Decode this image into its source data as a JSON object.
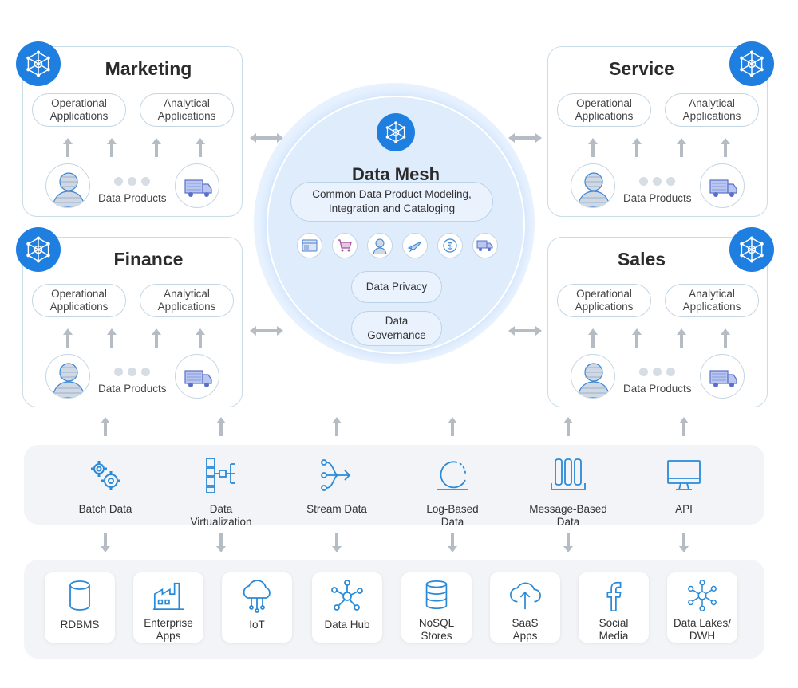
{
  "domains": [
    {
      "title": "Marketing",
      "operational": "Operational\nApplications",
      "analytical": "Analytical\nApplications",
      "products": "Data Products"
    },
    {
      "title": "Service",
      "operational": "Operational\nApplications",
      "analytical": "Analytical\nApplications",
      "products": "Data Products"
    },
    {
      "title": "Finance",
      "operational": "Operational\nApplications",
      "analytical": "Analytical\nApplications",
      "products": "Data Products"
    },
    {
      "title": "Sales",
      "operational": "Operational\nApplications",
      "analytical": "Analytical\nApplications",
      "products": "Data Products"
    }
  ],
  "mesh": {
    "title": "Data Mesh",
    "modeling": "Common Data Product Modeling,\nIntegration and Cataloging",
    "privacy": "Data Privacy",
    "governance": "Data\nGovernance",
    "icons": [
      "browser-icon",
      "cart-icon",
      "person-icon",
      "plane-icon",
      "dollar-icon",
      "truck-icon"
    ]
  },
  "ingestion": [
    {
      "label": "Batch Data",
      "icon": "gears-icon"
    },
    {
      "label": "Data\nVirtualization",
      "icon": "virtualization-icon"
    },
    {
      "label": "Stream Data",
      "icon": "stream-icon"
    },
    {
      "label": "Log-Based\nData",
      "icon": "log-icon"
    },
    {
      "label": "Message-Based\nData",
      "icon": "message-icon"
    },
    {
      "label": "API",
      "icon": "monitor-icon"
    }
  ],
  "sources": [
    {
      "label": "RDBMS",
      "icon": "database-icon"
    },
    {
      "label": "Enterprise\nApps",
      "icon": "factory-icon"
    },
    {
      "label": "IoT",
      "icon": "iot-cloud-icon"
    },
    {
      "label": "Data Hub",
      "icon": "hub-icon"
    },
    {
      "label": "NoSQL\nStores",
      "icon": "nosql-icon"
    },
    {
      "label": "SaaS\nApps",
      "icon": "saas-cloud-icon"
    },
    {
      "label": "Social\nMedia",
      "icon": "facebook-icon"
    },
    {
      "label": "Data Lakes/\nDWH",
      "icon": "datalake-icon"
    }
  ],
  "colors": {
    "accent": "#1f7fe0",
    "icon": "#2a8ad8",
    "border": "#c9dcea",
    "arrow": "#b5bcc4"
  }
}
